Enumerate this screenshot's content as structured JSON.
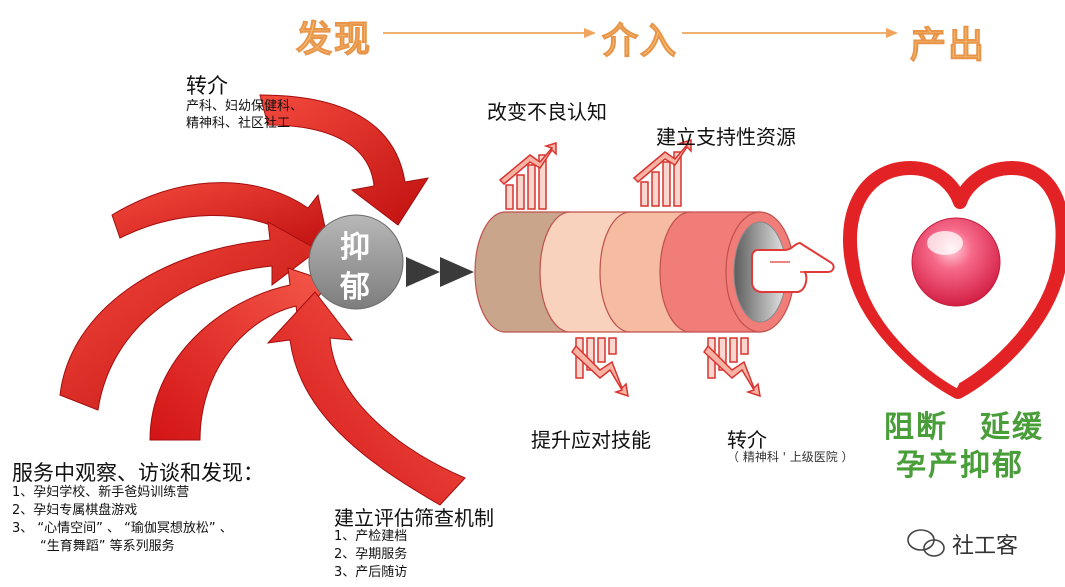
{
  "stages": [
    "发现",
    "介入",
    "产出"
  ],
  "referral_top": {
    "title": "转介",
    "lines": [
      "产科、妇幼保健科、",
      "精神科、社区社工"
    ]
  },
  "center_label": [
    "抑",
    "郁"
  ],
  "interventions": {
    "top1": "改变不良认知",
    "top2": "建立支持性资源",
    "bottom1": "提升应对技能",
    "bottom2_title": "转介",
    "bottom2_sub": "（ 精神科 ' 上级医院 ）"
  },
  "observation": {
    "title": "服务中观察、访谈和发现：",
    "items": [
      "1、孕妇学校、新手爸妈训练营",
      "2、孕妇专属棋盘游戏",
      "3、 “心情空间” 、 “瑜伽冥想放松” 、",
      "“生育舞蹈” 等系列服务"
    ]
  },
  "screening": {
    "title": "建立评估筛查机制",
    "items": [
      "1、产检建档",
      "2、孕期服务",
      "3、产后随访"
    ]
  },
  "outcome": {
    "line1_a": "阻断",
    "line1_b": "延缓",
    "line2": "孕产抑郁"
  },
  "watermark": "社工客",
  "colors": {
    "arrow_red": "#e8201f",
    "stage_orange": "#f6c97f",
    "outcome_green": "#4a9e3a",
    "heart_red": "#e32226"
  }
}
